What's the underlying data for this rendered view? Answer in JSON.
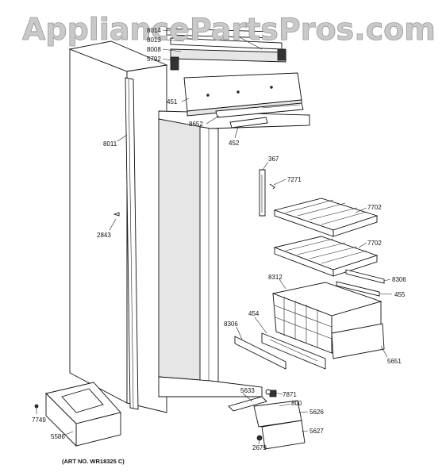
{
  "watermark": "AppliancePartsPros.com",
  "caption": "(ART NO. WR18325 C)",
  "parts": [
    {
      "id": "p8014",
      "label": "8014"
    },
    {
      "id": "p8013",
      "label": "8013"
    },
    {
      "id": "p8008",
      "label": "8008"
    },
    {
      "id": "p5792",
      "label": "5792"
    },
    {
      "id": "p451",
      "label": "451"
    },
    {
      "id": "p8652",
      "label": "8652"
    },
    {
      "id": "p452",
      "label": "452"
    },
    {
      "id": "p8011",
      "label": "8011"
    },
    {
      "id": "p367",
      "label": "367"
    },
    {
      "id": "p7271",
      "label": "7271"
    },
    {
      "id": "p7702a",
      "label": "7702"
    },
    {
      "id": "p2843",
      "label": "2843"
    },
    {
      "id": "p7702b",
      "label": "7702"
    },
    {
      "id": "p8312",
      "label": "8312"
    },
    {
      "id": "p8306a",
      "label": "8306"
    },
    {
      "id": "p455",
      "label": "455"
    },
    {
      "id": "p454",
      "label": "454"
    },
    {
      "id": "p8306b",
      "label": "8306"
    },
    {
      "id": "p5651",
      "label": "5651"
    },
    {
      "id": "p5633",
      "label": "5633"
    },
    {
      "id": "p7871",
      "label": "7871"
    },
    {
      "id": "p800",
      "label": "800"
    },
    {
      "id": "p5626",
      "label": "5626"
    },
    {
      "id": "p5627",
      "label": "5627"
    },
    {
      "id": "p2679",
      "label": "2679"
    },
    {
      "id": "p7749",
      "label": "7749"
    },
    {
      "id": "p5586",
      "label": "5586"
    }
  ]
}
